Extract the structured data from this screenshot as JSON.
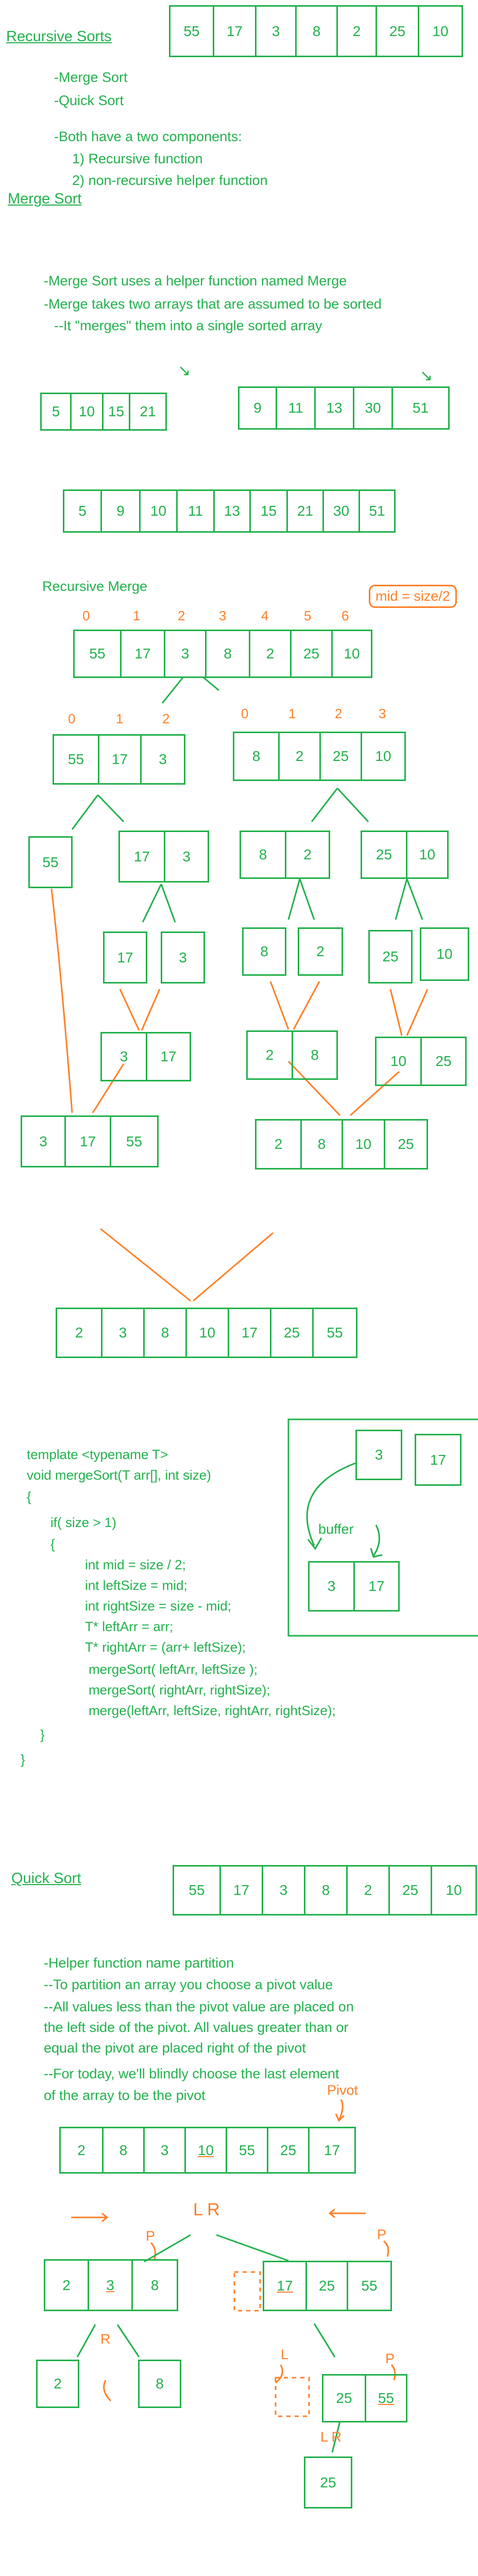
{
  "colors": {
    "green": "#22b14c",
    "orange": "#ff7f27"
  },
  "recursive": {
    "title": "Recursive Sorts",
    "array": [
      "55",
      "17",
      "3",
      "8",
      "2",
      "25",
      "10"
    ],
    "lines": [
      "-Merge Sort",
      "-Quick Sort",
      "-Both have a two components:",
      "1) Recursive function",
      "2) non-recursive helper function"
    ]
  },
  "merge": {
    "title": "Merge Sort",
    "lines": [
      "-Merge Sort uses a helper function named Merge",
      "-Merge takes two arrays that are assumed to be sorted",
      "--It \"merges\" them into a single sorted array"
    ],
    "left": [
      "5",
      "10",
      "15",
      "21"
    ],
    "right": [
      "9",
      "11",
      "13",
      "30",
      "51"
    ],
    "merged": [
      "5",
      "9",
      "10",
      "11",
      "13",
      "15",
      "21",
      "30",
      "51"
    ]
  },
  "rmerge": {
    "title": "Recursive Merge",
    "mid_label": "mid = size/2",
    "indices": [
      "0",
      "1",
      "2",
      "3",
      "4",
      "5",
      "6"
    ],
    "top": [
      "55",
      "17",
      "3",
      "8",
      "2",
      "25",
      "10"
    ],
    "l1_left_idx": [
      "0",
      "1",
      "2"
    ],
    "l1_right_idx": [
      "0",
      "1",
      "2",
      "3"
    ],
    "l1_left": [
      "55",
      "17",
      "3"
    ],
    "l1_right": [
      "8",
      "2",
      "25",
      "10"
    ],
    "l2_a": [
      "55"
    ],
    "l2_b": [
      "17",
      "3"
    ],
    "l2_c": [
      "8",
      "2"
    ],
    "l2_d": [
      "25",
      "10"
    ],
    "l3_a": [
      "17"
    ],
    "l3_b": [
      "3"
    ],
    "l3_c": [
      "8"
    ],
    "l3_d": [
      "2"
    ],
    "l3_e": [
      "25"
    ],
    "l3_f": [
      "10"
    ],
    "m1": [
      "3",
      "17"
    ],
    "m2": [
      "2",
      "8"
    ],
    "m3": [
      "10",
      "25"
    ],
    "m4": [
      "3",
      "17",
      "55"
    ],
    "m5": [
      "2",
      "8",
      "10",
      "25"
    ],
    "final": [
      "2",
      "3",
      "8",
      "10",
      "17",
      "25",
      "55"
    ]
  },
  "code": {
    "lines": [
      "template <typename T>",
      "void  mergeSort(T arr[], int size)",
      "{",
      "if( size > 1)",
      "{",
      "int mid = size / 2;",
      "int leftSize = mid;",
      "int rightSize = size - mid;",
      "T* leftArr = arr;",
      "T* rightArr = (arr+ leftSize);",
      "mergeSort( leftArr, leftSize );",
      "mergeSort( rightArr, rightSize);",
      "merge(leftArr, leftSize, rightArr, rightSize);",
      "}",
      "}"
    ],
    "box_a": [
      "3"
    ],
    "box_b": [
      "17"
    ],
    "buffer_label": "buffer",
    "buffer": [
      "3",
      "17"
    ]
  },
  "quick": {
    "title": "Quick Sort",
    "array": [
      "55",
      "17",
      "3",
      "8",
      "2",
      "25",
      "10"
    ],
    "lines": [
      "-Helper function name partition",
      "--To partition an array you choose a pivot value",
      "--All values less than the pivot value are placed on",
      "the left side of the pivot. All values greater than or",
      "equal the pivot are placed right of the pivot",
      "--For today, we'll blindly choose the last element",
      "of the array to be the pivot"
    ],
    "pivot_label": "Pivot",
    "row1": [
      "2",
      "8",
      "3",
      "10",
      "55",
      "25",
      "17"
    ],
    "lr": "L R",
    "left": [
      "2",
      "3",
      "8"
    ],
    "right": [
      "17",
      "25",
      "55"
    ],
    "p1": "P",
    "p2": "P",
    "p3": "P",
    "r_mark": "R",
    "l_mark": "L",
    "leaf_a": [
      "2"
    ],
    "leaf_b": [
      "8"
    ],
    "sub": [
      "25",
      "55"
    ],
    "lr2": "L R",
    "last": [
      "25"
    ]
  }
}
